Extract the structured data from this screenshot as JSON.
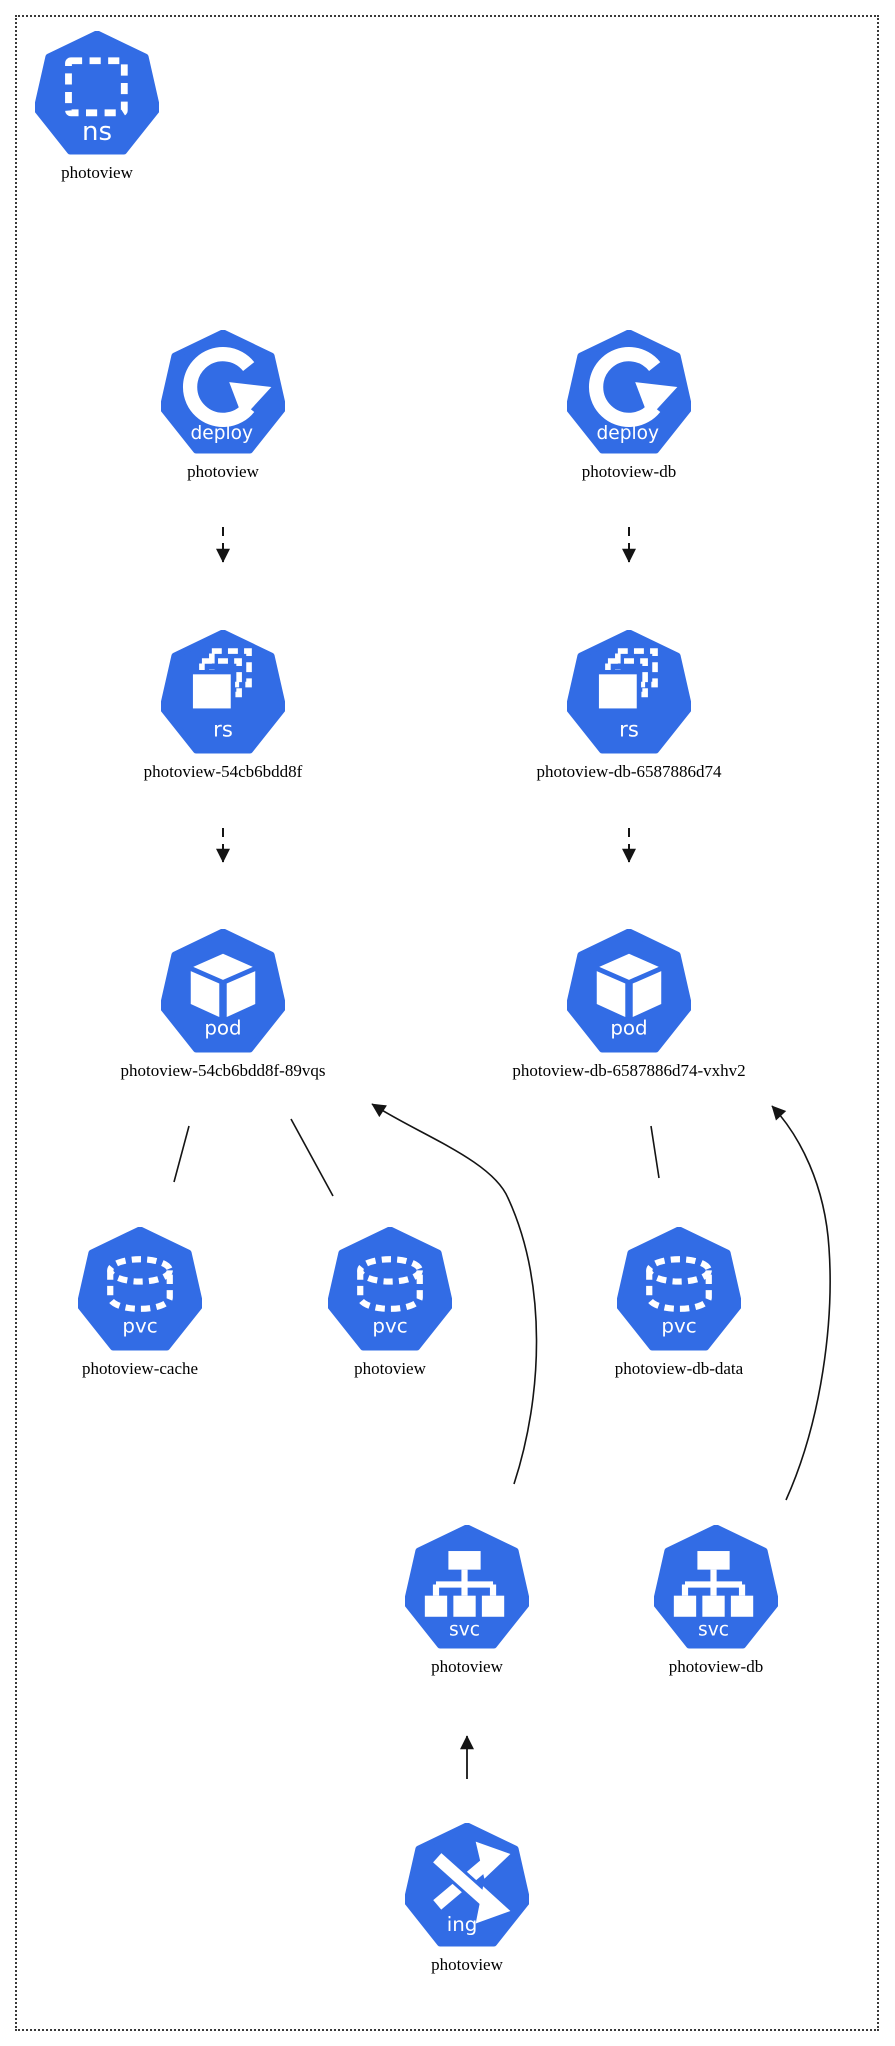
{
  "colors": {
    "node_blue": "#326ce5",
    "icon_glyph": "#ffffff",
    "label_color": "#000000",
    "edge_color": "#141414",
    "border_dots": "#3a3a3a",
    "page_bg": "#ffffff"
  },
  "namespace_boundary": {
    "label": "photoview",
    "kind": "ns"
  },
  "nodes": [
    {
      "kind": "namespace",
      "badge": "ns",
      "label": "photoview"
    },
    {
      "kind": "deployment",
      "badge": "deploy",
      "label": "photoview"
    },
    {
      "kind": "deployment",
      "badge": "deploy",
      "label": "photoview-db"
    },
    {
      "kind": "replicaset",
      "badge": "rs",
      "label": "photoview-54cb6bdd8f"
    },
    {
      "kind": "replicaset",
      "badge": "rs",
      "label": "photoview-db-6587886d74"
    },
    {
      "kind": "pod",
      "badge": "pod",
      "label": "photoview-54cb6bdd8f-89vqs"
    },
    {
      "kind": "pod",
      "badge": "pod",
      "label": "photoview-db-6587886d74-vxhv2"
    },
    {
      "kind": "persistentvolumeclaim",
      "badge": "pvc",
      "label": "photoview-cache"
    },
    {
      "kind": "persistentvolumeclaim",
      "badge": "pvc",
      "label": "photoview"
    },
    {
      "kind": "persistentvolumeclaim",
      "badge": "pvc",
      "label": "photoview-db-data"
    },
    {
      "kind": "service",
      "badge": "svc",
      "label": "photoview"
    },
    {
      "kind": "service",
      "badge": "svc",
      "label": "photoview-db"
    },
    {
      "kind": "ingress",
      "badge": "ing",
      "label": "photoview"
    }
  ],
  "edges": [
    {
      "from": "deploy photoview",
      "to": "rs photoview-54cb6bdd8f",
      "style": "dashed-arrow"
    },
    {
      "from": "deploy photoview-db",
      "to": "rs photoview-db-6587886d74",
      "style": "dashed-arrow"
    },
    {
      "from": "rs photoview-54cb6bdd8f",
      "to": "pod photoview-54cb6bdd8f-89vqs",
      "style": "dashed-arrow"
    },
    {
      "from": "rs photoview-db-6587886d74",
      "to": "pod photoview-db-6587886d74-vxhv2",
      "style": "dashed-arrow"
    },
    {
      "from": "pod photoview-54cb6bdd8f-89vqs",
      "to": "pvc photoview-cache",
      "style": "line"
    },
    {
      "from": "pod photoview-54cb6bdd8f-89vqs",
      "to": "pvc photoview",
      "style": "line"
    },
    {
      "from": "pod photoview-db-6587886d74-vxhv2",
      "to": "pvc photoview-db-data",
      "style": "line"
    },
    {
      "from": "svc photoview",
      "to": "pod photoview-54cb6bdd8f-89vqs",
      "style": "curved-arrow"
    },
    {
      "from": "svc photoview-db",
      "to": "pod photoview-db-6587886d74-vxhv2",
      "style": "curved-arrow"
    },
    {
      "from": "ing photoview",
      "to": "svc photoview",
      "style": "arrow"
    }
  ]
}
